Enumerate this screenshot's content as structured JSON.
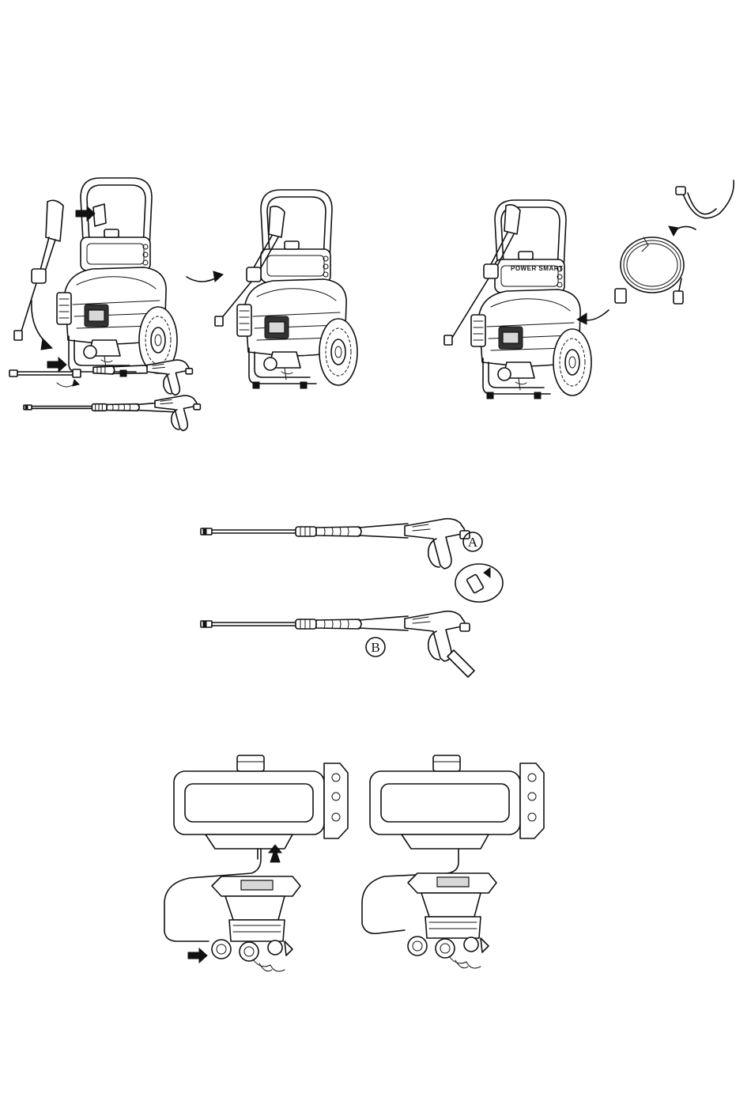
{
  "brand_text": "POWER SMART",
  "callouts": {
    "a": "A",
    "b": "B"
  },
  "figures": [
    "pressure-washer-assembly-steps",
    "spray-gun-wand-assembly",
    "detergent-tank-hose-connection"
  ],
  "icons": [
    "assembly-arrow-icon",
    "insert-arrow-icon",
    "twist-arrow-icon",
    "pressure-washer-icon",
    "spray-gun-icon",
    "hose-icon",
    "detergent-tank-icon",
    "pump-icon"
  ]
}
